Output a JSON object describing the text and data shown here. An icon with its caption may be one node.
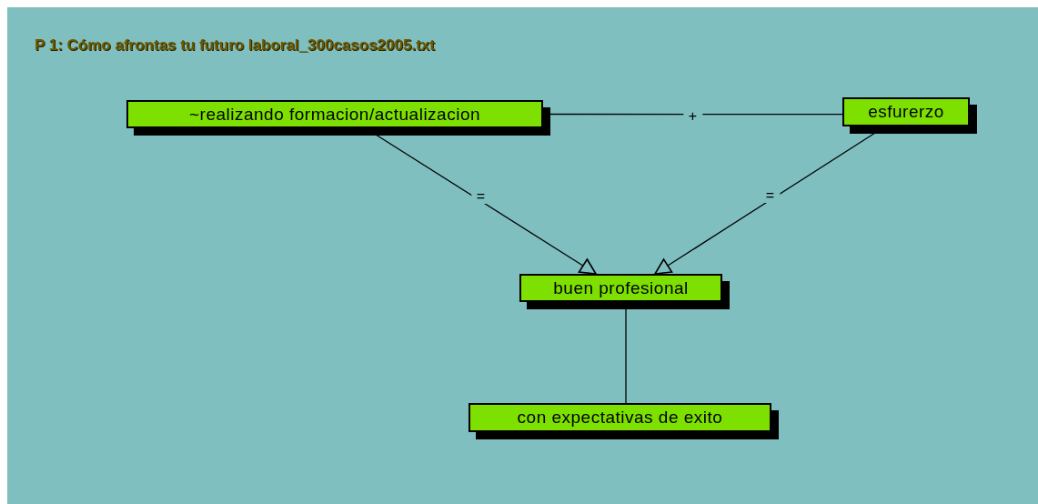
{
  "diagram": {
    "title": "P 1: Cómo afrontas tu futuro laboral_300casos2005.txt",
    "nodes": [
      {
        "text": [
          "~realizando formacion/actualizacion"
        ]
      },
      {
        "text": [
          "esfurerzo"
        ]
      },
      {
        "text": [
          "buen profesional"
        ]
      },
      {
        "text": [
          "con expectativas de exito"
        ]
      }
    ],
    "edges": [
      {
        "from": 0,
        "to": 1,
        "arrow": "none",
        "label": "+"
      },
      {
        "from": 0,
        "to": 2,
        "arrow": "to",
        "label": "="
      },
      {
        "from": 1,
        "to": 2,
        "arrow": "to",
        "label": "="
      },
      {
        "from": 2,
        "to": 3,
        "arrow": "none"
      }
    ]
  }
}
